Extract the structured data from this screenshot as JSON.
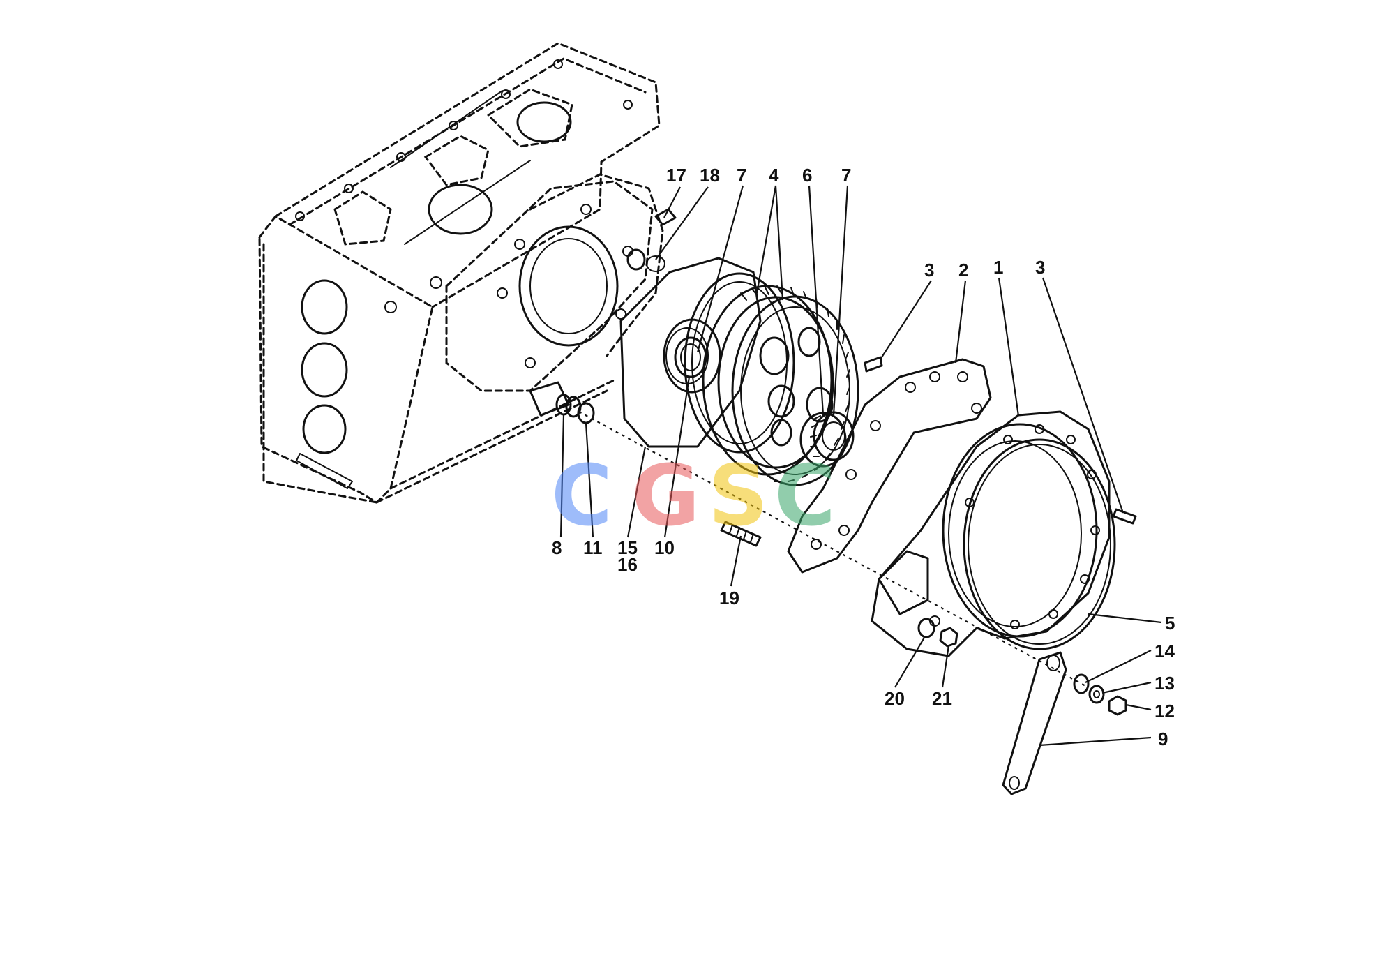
{
  "watermark": {
    "letters": [
      "C",
      "G",
      "S",
      "C"
    ],
    "colors": [
      "#4f86f7",
      "#e8585a",
      "#f2c40f",
      "#39a66a"
    ]
  },
  "callouts": [
    {
      "label": "17"
    },
    {
      "label": "18"
    },
    {
      "label": "7"
    },
    {
      "label": "4"
    },
    {
      "label": "6"
    },
    {
      "label": "7"
    },
    {
      "label": "3"
    },
    {
      "label": "2"
    },
    {
      "label": "1"
    },
    {
      "label": "3"
    },
    {
      "label": "8"
    },
    {
      "label": "11"
    },
    {
      "label": "15"
    },
    {
      "label": "16"
    },
    {
      "label": "10"
    },
    {
      "label": "19"
    },
    {
      "label": "5"
    },
    {
      "label": "14"
    },
    {
      "label": "13"
    },
    {
      "label": "12"
    },
    {
      "label": "9"
    },
    {
      "label": "20"
    },
    {
      "label": "21"
    }
  ]
}
